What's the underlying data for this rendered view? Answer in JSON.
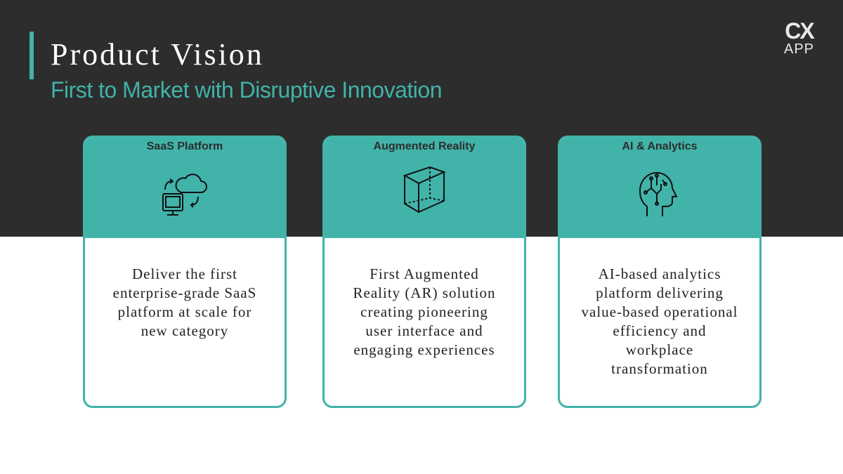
{
  "header": {
    "title": "Product Vision",
    "subtitle": "First to Market with Disruptive Innovation"
  },
  "logo": {
    "line1": "CX",
    "line2": "APP"
  },
  "cards": [
    {
      "title": "SaaS Platform",
      "icon": "cloud-computer-sync-icon",
      "text": "Deliver the first enterprise-grade SaaS platform at scale for new category"
    },
    {
      "title": "Augmented Reality",
      "icon": "cube-icon",
      "text": "First Augmented Reality (AR) solution creating pioneering user interface and engaging experiences"
    },
    {
      "title": "AI & Analytics",
      "icon": "ai-head-icon",
      "text": "AI-based analytics platform delivering value-based operational efficiency and workplace transformation"
    }
  ],
  "colors": {
    "accent": "#41b3a9",
    "dark": "#2d2d2d"
  }
}
